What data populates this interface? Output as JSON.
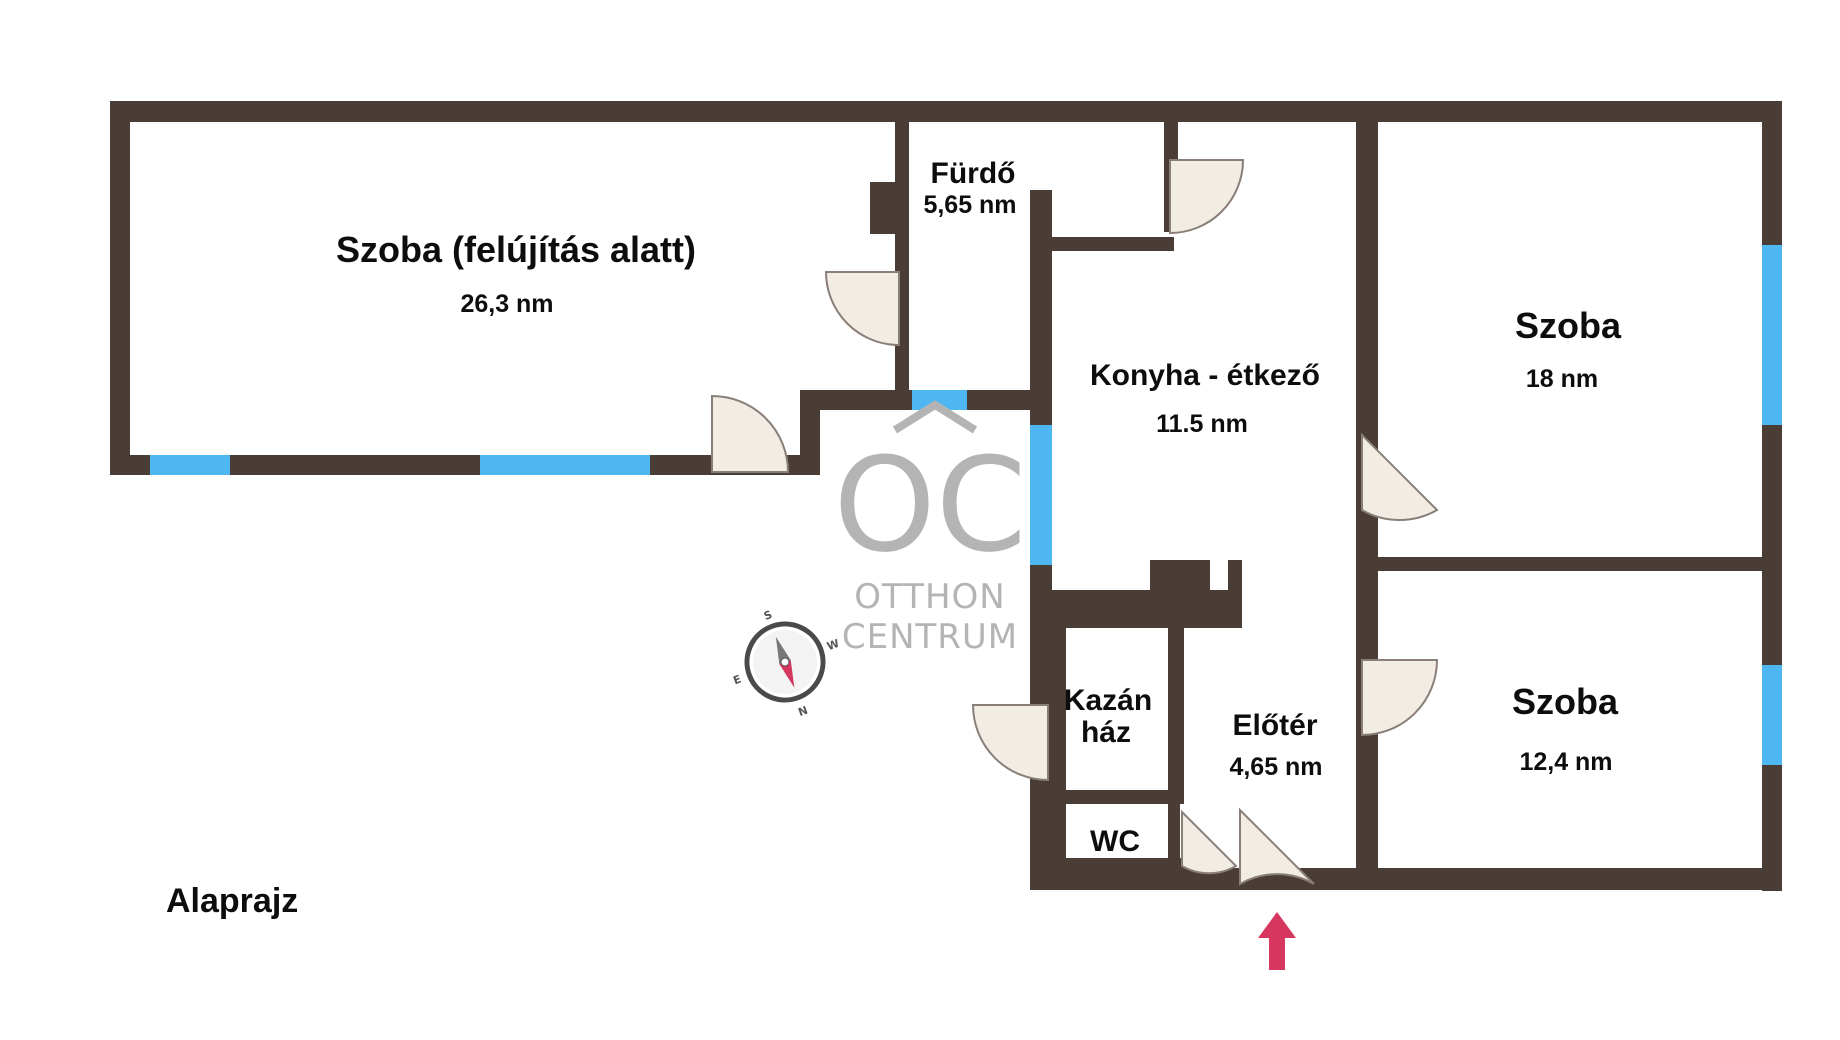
{
  "plan_title": "Alaprajz",
  "rooms": [
    {
      "name": "Szoba (felújítás alatt)",
      "area": "26,3 nm"
    },
    {
      "name": "Fürdő",
      "area": "5,65 nm"
    },
    {
      "name": "Konyha - étkező",
      "area": "11.5 nm"
    },
    {
      "name": "Szoba",
      "area": "18 nm"
    },
    {
      "name": "Szoba",
      "area": "12,4 nm"
    },
    {
      "name_line1": "Kazán",
      "name_line2": "ház"
    },
    {
      "name": "Előtér",
      "area": "4,65 nm"
    },
    {
      "name": "WC"
    }
  ],
  "watermark": {
    "monogram": "OC",
    "line1": "OTTHON",
    "line2": "CENTRUM"
  },
  "compass_letters": {
    "n": "N",
    "s": "S",
    "e": "E",
    "w": "W"
  },
  "colors": {
    "wall": "#4a3d36",
    "window": "#4eb6f0",
    "door_fill": "#f2ede4",
    "door_line": "#8a7f78",
    "entrance_arrow": "#d6375e",
    "watermark": "#b4b4b4"
  },
  "icons": {
    "entrance": "entrance-arrow-icon",
    "compass": "compass-icon"
  }
}
